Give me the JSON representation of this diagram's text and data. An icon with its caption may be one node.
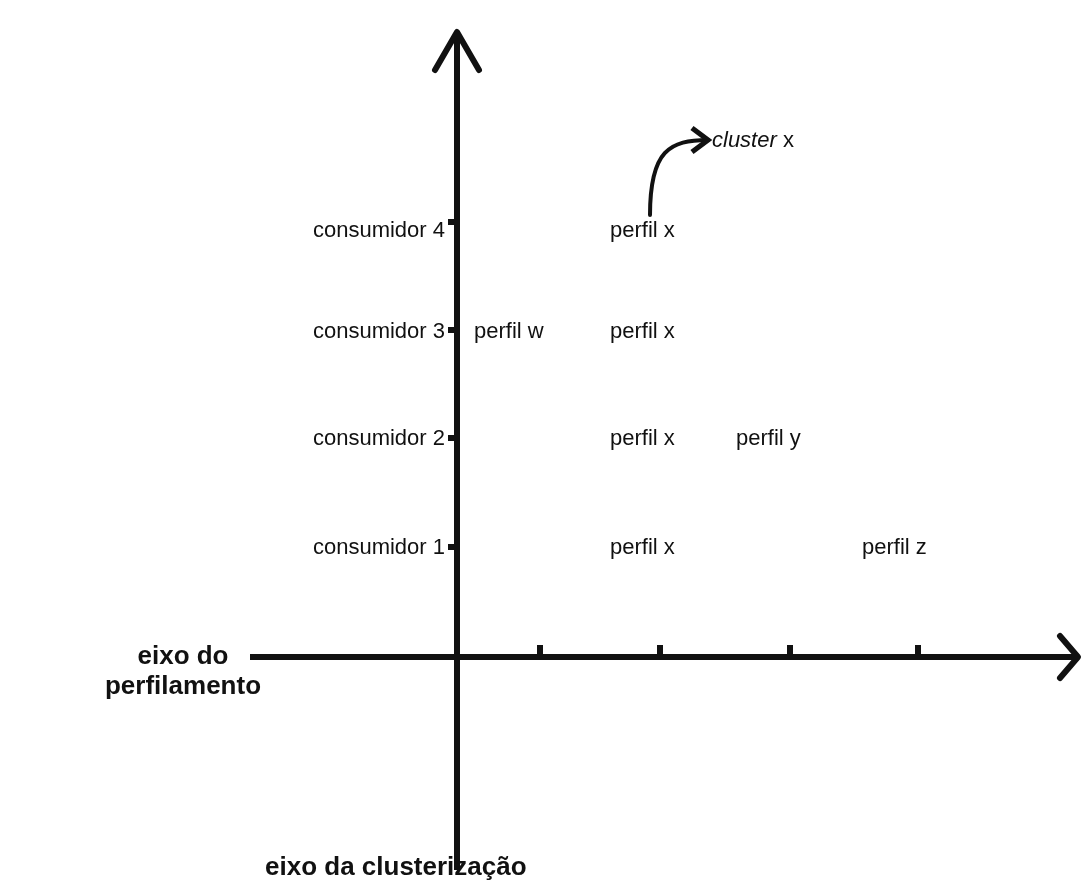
{
  "diagram": {
    "nodes": [
      {
        "text": [
          "perfil x"
        ]
      },
      {
        "text": [
          "*cluster* x"
        ]
      }
    ],
    "edges": [
      {
        "from": 0,
        "to": 1,
        "arrow": "to"
      }
    ],
    "labels": [
      "consumidor 4",
      "consumidor 3",
      "perfil w",
      "perfil x",
      "consumidor 2",
      "perfil x",
      "perfil y",
      "consumidor 1",
      "perfil x",
      "perfil z",
      "eixo do perfilamento",
      "eixo da clusterização"
    ]
  }
}
